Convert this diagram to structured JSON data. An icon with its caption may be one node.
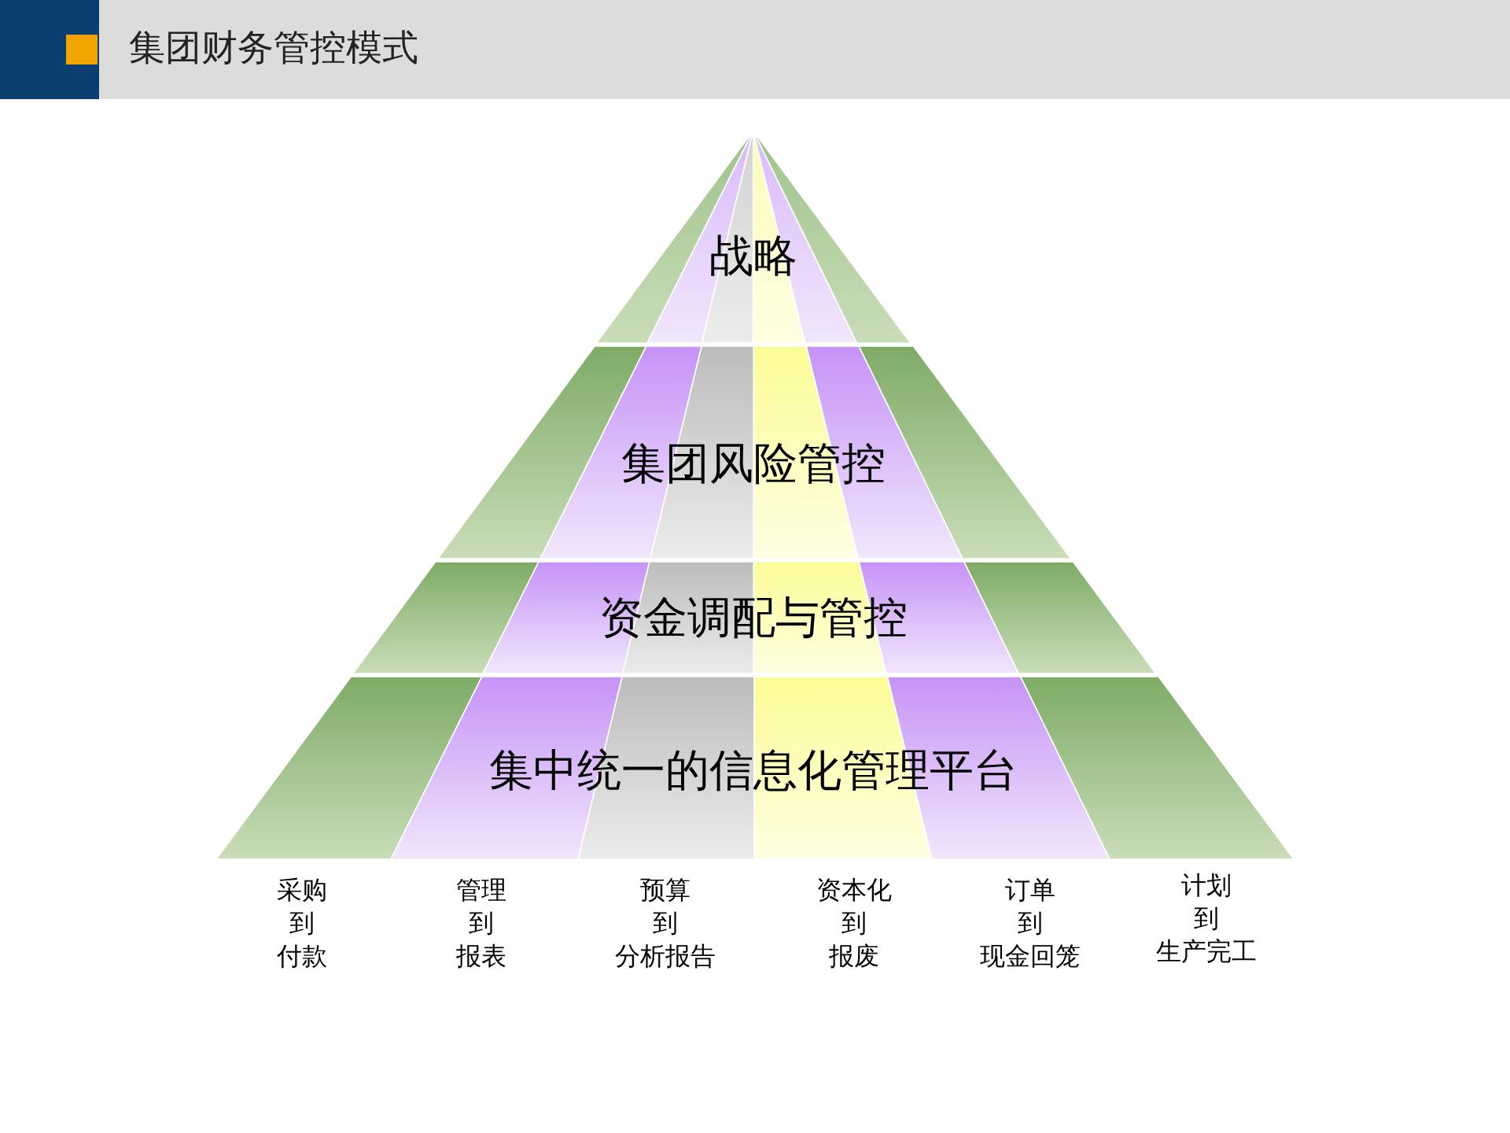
{
  "diagram": {
    "title": "集团财务管控模式",
    "nodes": [
      {
        "text": [
          "战略"
        ]
      },
      {
        "text": [
          "集团风险管控"
        ]
      },
      {
        "text": [
          "资金调配与管控"
        ]
      },
      {
        "text": [
          "集中统一的信息化管理平台"
        ]
      }
    ],
    "labels": [
      "采购到付款",
      "管理到报表",
      "预算到分析报告",
      "资本化到报废",
      "订单到现金回笼",
      "计划到生产完工"
    ]
  }
}
